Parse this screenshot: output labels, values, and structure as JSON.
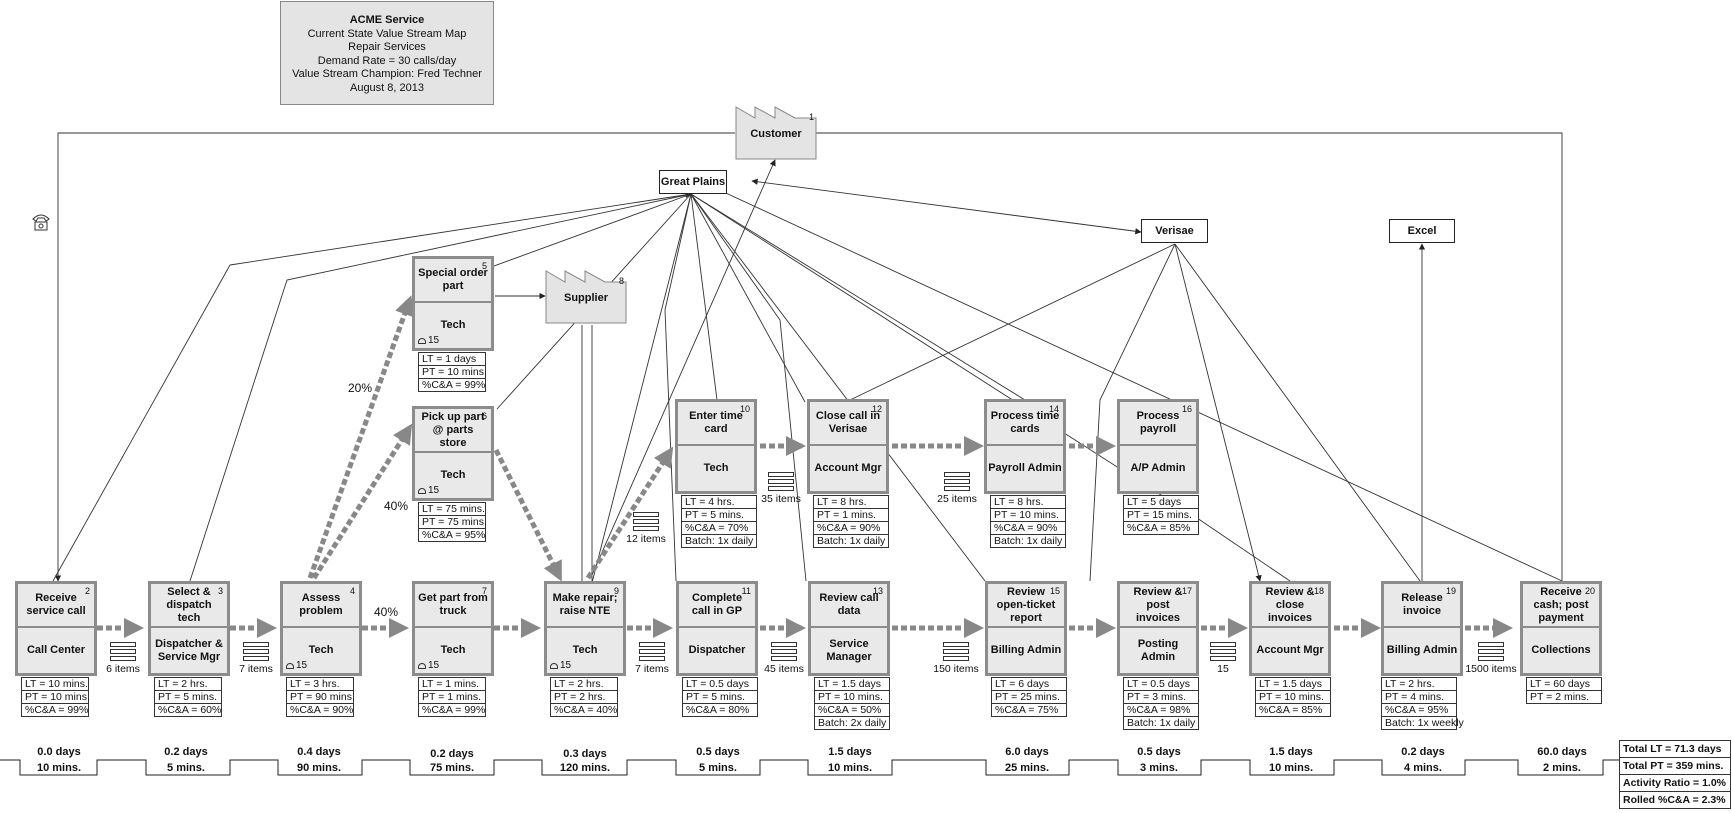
{
  "header": {
    "company": "ACME Service",
    "lines": [
      "Current State Value Stream Map",
      "Repair Services",
      "Demand Rate = 30 calls/day",
      "Value Stream Champion: Fred Techner",
      "August 8, 2013"
    ]
  },
  "customer": {
    "label": "Customer",
    "num": "1"
  },
  "supplier": {
    "label": "Supplier",
    "num": "8"
  },
  "systems": {
    "great_plains": "Great Plains",
    "verisae": "Verisae",
    "excel": "Excel"
  },
  "processes": [
    {
      "num": "2",
      "title": "Receive service call",
      "owner": "Call Center",
      "operators": "",
      "metrics": [
        "LT = 10 mins.",
        "PT = 10 mins.",
        "%C&A = 99%"
      ]
    },
    {
      "num": "3",
      "title": "Select & dispatch tech",
      "owner": "Dispatcher & Service Mgr",
      "operators": "",
      "metrics": [
        "LT = 2 hrs.",
        "PT = 5 mins.",
        "%C&A = 60%"
      ]
    },
    {
      "num": "4",
      "title": "Assess problem",
      "owner": "Tech",
      "operators": "15",
      "metrics": [
        "LT = 3 hrs.",
        "PT = 90 mins.",
        "%C&A = 90%"
      ]
    },
    {
      "num": "5",
      "title": "Special order part",
      "owner": "Tech",
      "operators": "15",
      "metrics": [
        "LT = 1 days",
        "PT = 10 mins.",
        "%C&A = 99%"
      ]
    },
    {
      "num": "6",
      "title": "Pick up part @ parts store",
      "owner": "Tech",
      "operators": "15",
      "metrics": [
        "LT = 75 mins.",
        "PT = 75 mins.",
        "%C&A = 95%"
      ]
    },
    {
      "num": "7",
      "title": "Get part from truck",
      "owner": "Tech",
      "operators": "15",
      "metrics": [
        "LT = 1 mins.",
        "PT = 1 mins.",
        "%C&A = 99%"
      ]
    },
    {
      "num": "9",
      "title": "Make repair; raise NTE",
      "owner": "Tech",
      "operators": "15",
      "metrics": [
        "LT = 2 hrs.",
        "PT = 2 hrs.",
        "%C&A = 40%"
      ]
    },
    {
      "num": "10",
      "title": "Enter time card",
      "owner": "Tech",
      "operators": "",
      "metrics": [
        "LT = 4 hrs.",
        "PT = 5 mins.",
        "%C&A = 70%",
        "Batch: 1x daily"
      ]
    },
    {
      "num": "11",
      "title": "Complete call in GP",
      "owner": "Dispatcher",
      "operators": "",
      "metrics": [
        "LT = 0.5 days",
        "PT = 5 mins.",
        "%C&A = 80%"
      ]
    },
    {
      "num": "12",
      "title": "Close call in Verisae",
      "owner": "Account Mgr",
      "operators": "",
      "metrics": [
        "LT = 8 hrs.",
        "PT = 1 mins.",
        "%C&A = 90%",
        "Batch: 1x daily"
      ]
    },
    {
      "num": "13",
      "title": "Review call data",
      "owner": "Service Manager",
      "operators": "",
      "metrics": [
        "LT = 1.5 days",
        "PT = 10 mins.",
        "%C&A = 50%",
        "Batch: 2x daily"
      ]
    },
    {
      "num": "14",
      "title": "Process time cards",
      "owner": "Payroll Admin",
      "operators": "",
      "metrics": [
        "LT = 8 hrs.",
        "PT = 10 mins.",
        "%C&A = 90%",
        "Batch: 1x daily"
      ]
    },
    {
      "num": "15",
      "title": "Review open-ticket report",
      "owner": "Billing Admin",
      "operators": "",
      "metrics": [
        "LT = 6 days",
        "PT = 25 mins.",
        "%C&A = 75%"
      ]
    },
    {
      "num": "16",
      "title": "Process payroll",
      "owner": "A/P Admin",
      "operators": "",
      "metrics": [
        "LT = 5 days",
        "PT = 15 mins.",
        "%C&A = 85%"
      ]
    },
    {
      "num": "17",
      "title": "Review & post invoices",
      "owner": "Posting Admin",
      "operators": "",
      "metrics": [
        "LT = 0.5 days",
        "PT = 3 mins.",
        "%C&A = 98%",
        "Batch: 1x daily"
      ]
    },
    {
      "num": "18",
      "title": "Review & close invoices",
      "owner": "Account Mgr",
      "operators": "",
      "metrics": [
        "LT = 1.5 days",
        "PT = 10 mins.",
        "%C&A = 85%"
      ]
    },
    {
      "num": "19",
      "title": "Release invoice",
      "owner": "Billing Admin",
      "operators": "",
      "metrics": [
        "LT = 2 hrs.",
        "PT = 4 mins.",
        "%C&A = 95%",
        "Batch: 1x weekly"
      ]
    },
    {
      "num": "20",
      "title": "Receive cash; post payment",
      "owner": "Collections",
      "operators": "",
      "metrics": [
        "LT = 60 days",
        "PT = 2 mins."
      ]
    }
  ],
  "inventory": [
    "6 items",
    "7 items",
    "7 items",
    "45 items",
    "150 items",
    "15",
    "1500 items",
    "12 items",
    "35 items",
    "25 items"
  ],
  "percentages": [
    "20%",
    "40%",
    "40%"
  ],
  "timeline": [
    {
      "days": "0.0 days",
      "mins": "10 mins."
    },
    {
      "days": "0.2 days",
      "mins": "5 mins."
    },
    {
      "days": "0.4 days",
      "mins": "90 mins."
    },
    {
      "days": "0.2 days",
      "mins": "75 mins."
    },
    {
      "days": "0.3 days",
      "mins": "120 mins."
    },
    {
      "days": "0.5 days",
      "mins": "5 mins."
    },
    {
      "days": "1.5 days",
      "mins": "10 mins."
    },
    {
      "days": "6.0 days",
      "mins": "25 mins."
    },
    {
      "days": "0.5 days",
      "mins": "3 mins."
    },
    {
      "days": "1.5 days",
      "mins": "10 mins."
    },
    {
      "days": "0.2 days",
      "mins": "4 mins."
    },
    {
      "days": "60.0 days",
      "mins": "2 mins."
    }
  ],
  "totals": [
    "Total LT = 71.3 days",
    "Total PT = 359 mins.",
    "Activity Ratio = 1.0%",
    "Rolled %C&A = 2.3%"
  ],
  "icons": {
    "phone": "telephone-icon",
    "operator": "operator-icon",
    "inventory": "inventory-icon",
    "factory": "factory-icon"
  }
}
